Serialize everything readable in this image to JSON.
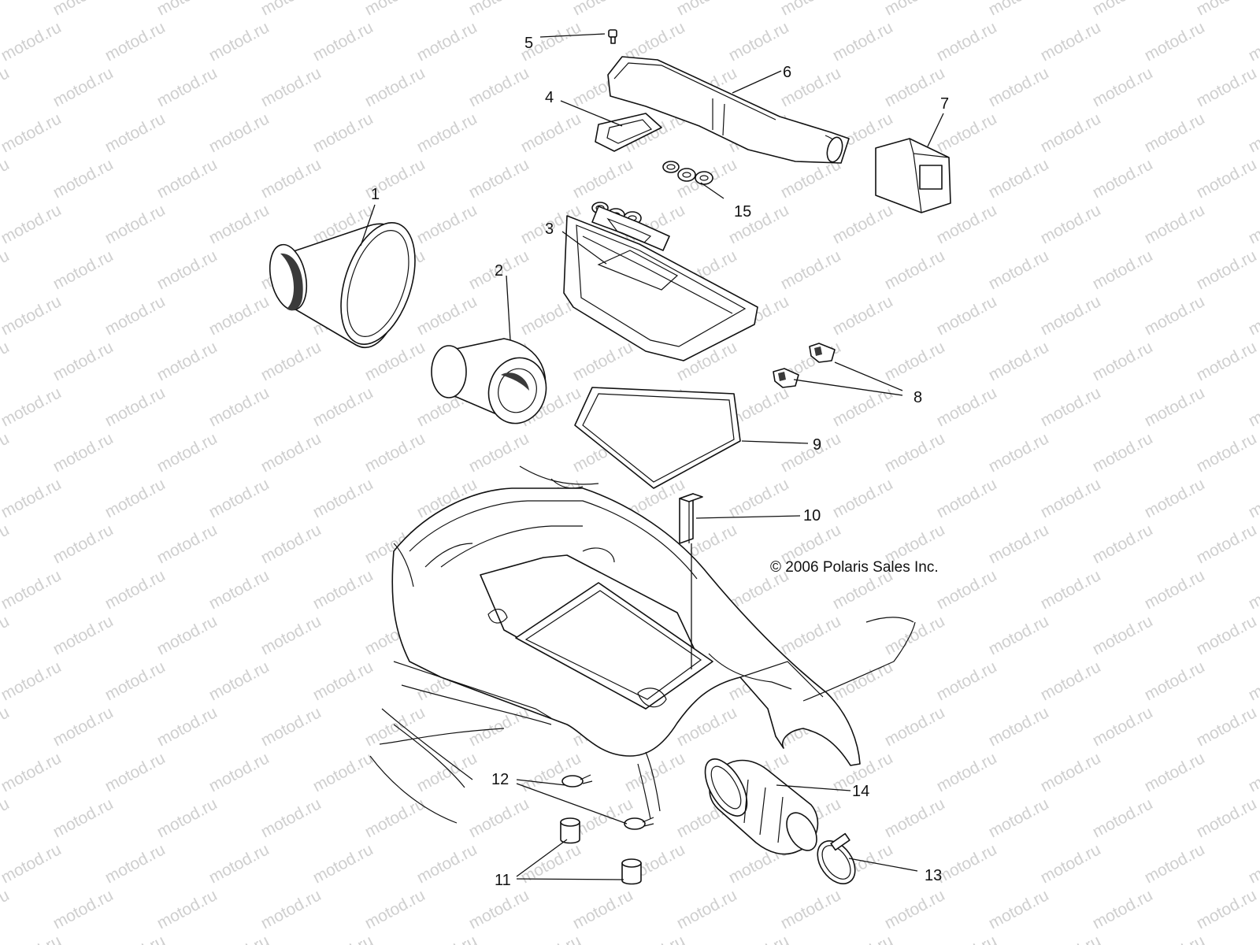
{
  "watermark": "motod.ru",
  "copyright": "© 2006 Polaris Sales Inc.",
  "callouts": {
    "c1": "1",
    "c2": "2",
    "c3": "3",
    "c4": "4",
    "c5": "5",
    "c6": "6",
    "c7": "7",
    "c8": "8",
    "c9": "9",
    "c10": "10",
    "c11": "11",
    "c12": "12",
    "c13": "13",
    "c14": "14",
    "c15": "15"
  },
  "colors": {
    "line": "#111111",
    "watermark": "#cfcfcf",
    "background": "#ffffff"
  }
}
